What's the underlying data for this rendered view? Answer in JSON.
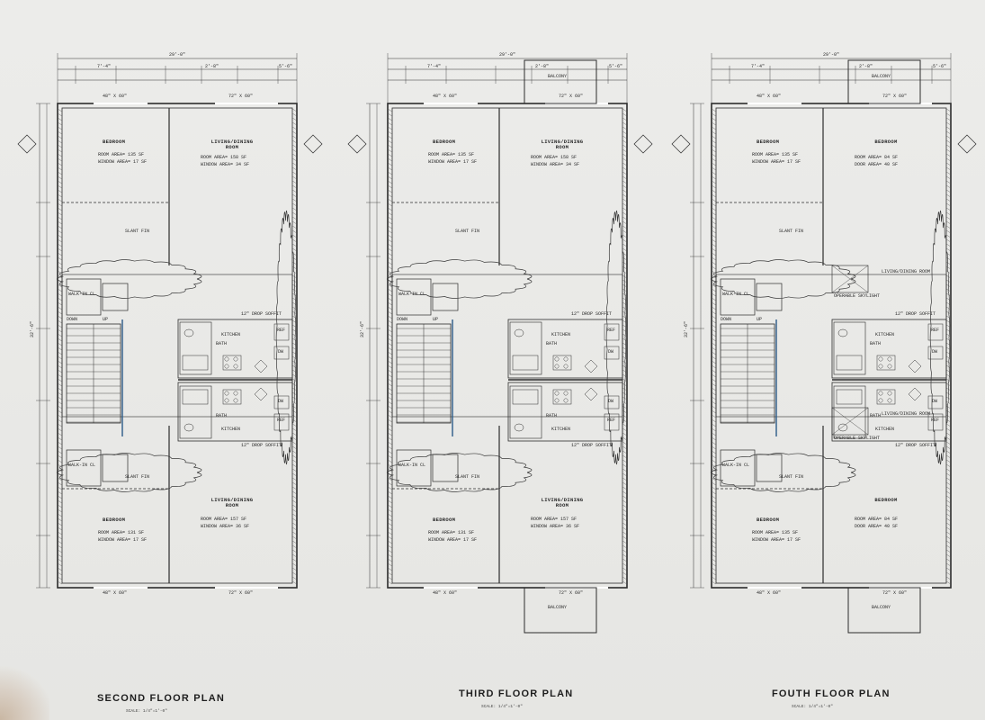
{
  "plans": [
    {
      "title": "SECOND FLOOR PLAN",
      "scale": "SCALE: 1/4\"=1'-0\"",
      "overall_width": "29'-0\"",
      "top_dims": [
        "7'-4\"",
        "2'-8\"",
        "5'-6\""
      ],
      "upper_bedroom": {
        "label": "BEDROOM",
        "area": "ROOM AREA= 135 SF",
        "window": "WINDOW AREA= 17 SF"
      },
      "upper_living": {
        "label": "LIVING/DINING ROOM",
        "area": "ROOM AREA= 158 SF",
        "window": "WINDOW AREA= 34 SF"
      },
      "upper_window_left": "48\" X 60\"",
      "upper_window_right": "72\" X 60\"",
      "walk_in": "WALK-IN CL",
      "kitchen_upper": "KITCHEN",
      "kitchen_lower": "KITCHEN",
      "bath_upper": "BATH",
      "bath_lower": "BATH",
      "drop_soffit_upper": "12\" DROP SOFFIT",
      "drop_soffit_lower": "12\" DROP SOFFIT",
      "stair_down": "DOWN",
      "stair_up": "UP",
      "ref": "REF",
      "dw": "DW",
      "lower_bedroom": {
        "label": "BEDROOM",
        "area": "ROOM AREA= 131 SF",
        "window": "WINDOW AREA= 17 SF"
      },
      "lower_living": {
        "label": "LIVING/DINING ROOM",
        "area": "ROOM AREA= 157 SF",
        "window": "WINDOW AREA= 36 SF"
      },
      "lower_window_left": "48\" X 60\"",
      "lower_window_right": "72\" X 60\"",
      "slant_fin": "SLANT FIN",
      "side_dim": "32'-6\"",
      "balcony_top": "",
      "balcony_bottom": ""
    },
    {
      "title": "THIRD FLOOR PLAN",
      "scale": "SCALE: 1/4\"=1'-0\"",
      "overall_width": "29'-0\"",
      "top_dims": [
        "7'-4\"",
        "2'-8\"",
        "5'-6\""
      ],
      "upper_bedroom": {
        "label": "BEDROOM",
        "area": "ROOM AREA= 135 SF",
        "window": "WINDOW AREA= 17 SF"
      },
      "upper_living": {
        "label": "LIVING/DINING ROOM",
        "area": "ROOM AREA= 158 SF",
        "window": "WINDOW AREA= 34 SF"
      },
      "upper_window_left": "48\" X 60\"",
      "upper_window_right": "72\" X 60\"",
      "walk_in": "WALK-IN CL",
      "kitchen_upper": "KITCHEN",
      "kitchen_lower": "KITCHEN",
      "bath_upper": "BATH",
      "bath_lower": "BATH",
      "drop_soffit_upper": "12\" DROP SOFFIT",
      "drop_soffit_lower": "12\" DROP SOFFIT",
      "stair_down": "DOWN",
      "stair_up": "UP",
      "ref": "REF",
      "dw": "DW",
      "lower_bedroom": {
        "label": "BEDROOM",
        "area": "ROOM AREA= 131 SF",
        "window": "WINDOW AREA= 17 SF"
      },
      "lower_living": {
        "label": "LIVING/DINING ROOM",
        "area": "ROOM AREA= 157 SF",
        "window": "WINDOW AREA= 36 SF"
      },
      "lower_window_left": "48\" X 60\"",
      "lower_window_right": "72\" X 60\"",
      "slant_fin": "SLANT FIN",
      "side_dim": "32'-6\"",
      "balcony_top": "BALCONY",
      "balcony_bottom": "BALCONY"
    },
    {
      "title": "FOUTH FLOOR PLAN",
      "scale": "SCALE: 1/4\"=1'-0\"",
      "overall_width": "29'-0\"",
      "top_dims": [
        "7'-4\"",
        "2'-8\"",
        "5'-6\""
      ],
      "upper_bedroom": {
        "label": "BEDROOM",
        "area": "ROOM AREA= 135 SF",
        "window": "WINDOW AREA= 17 SF"
      },
      "upper_living": {
        "label": "BEDROOM",
        "area": "ROOM AREA= 84 SF",
        "window": "DOOR AREA= 40 SF"
      },
      "upper_window_left": "48\" X 60\"",
      "upper_window_right": "72\" X 60\"",
      "walk_in": "WALK-IN CL",
      "kitchen_upper": "KITCHEN",
      "kitchen_lower": "KITCHEN",
      "bath_upper": "BATH",
      "bath_lower": "BATH",
      "drop_soffit_upper": "12\" DROP SOFFIT",
      "drop_soffit_lower": "12\" DROP SOFFIT",
      "stair_down": "DOWN",
      "stair_up": "UP",
      "ref": "REF",
      "dw": "DW",
      "lower_bedroom": {
        "label": "BEDROOM",
        "area": "ROOM AREA= 135 SF",
        "window": "WINDOW AREA= 17 SF"
      },
      "lower_living": {
        "label": "BEDROOM",
        "area": "ROOM AREA= 84 SF",
        "window": "DOOR AREA= 40 SF"
      },
      "lower_window_left": "48\" X 60\"",
      "lower_window_right": "72\" X 60\"",
      "slant_fin": "SLANT FIN",
      "side_dim": "32'-6\"",
      "balcony_top": "BALCONY",
      "balcony_bottom": "BALCONY",
      "skylight_upper": "OPERABLE SKYLIGHT",
      "skylight_lower": "OPERABLE SKYLIGHT",
      "living_mid_upper": "LIVING/DINING ROOM",
      "living_mid_lower": "LIVING/DINING ROOM"
    }
  ]
}
